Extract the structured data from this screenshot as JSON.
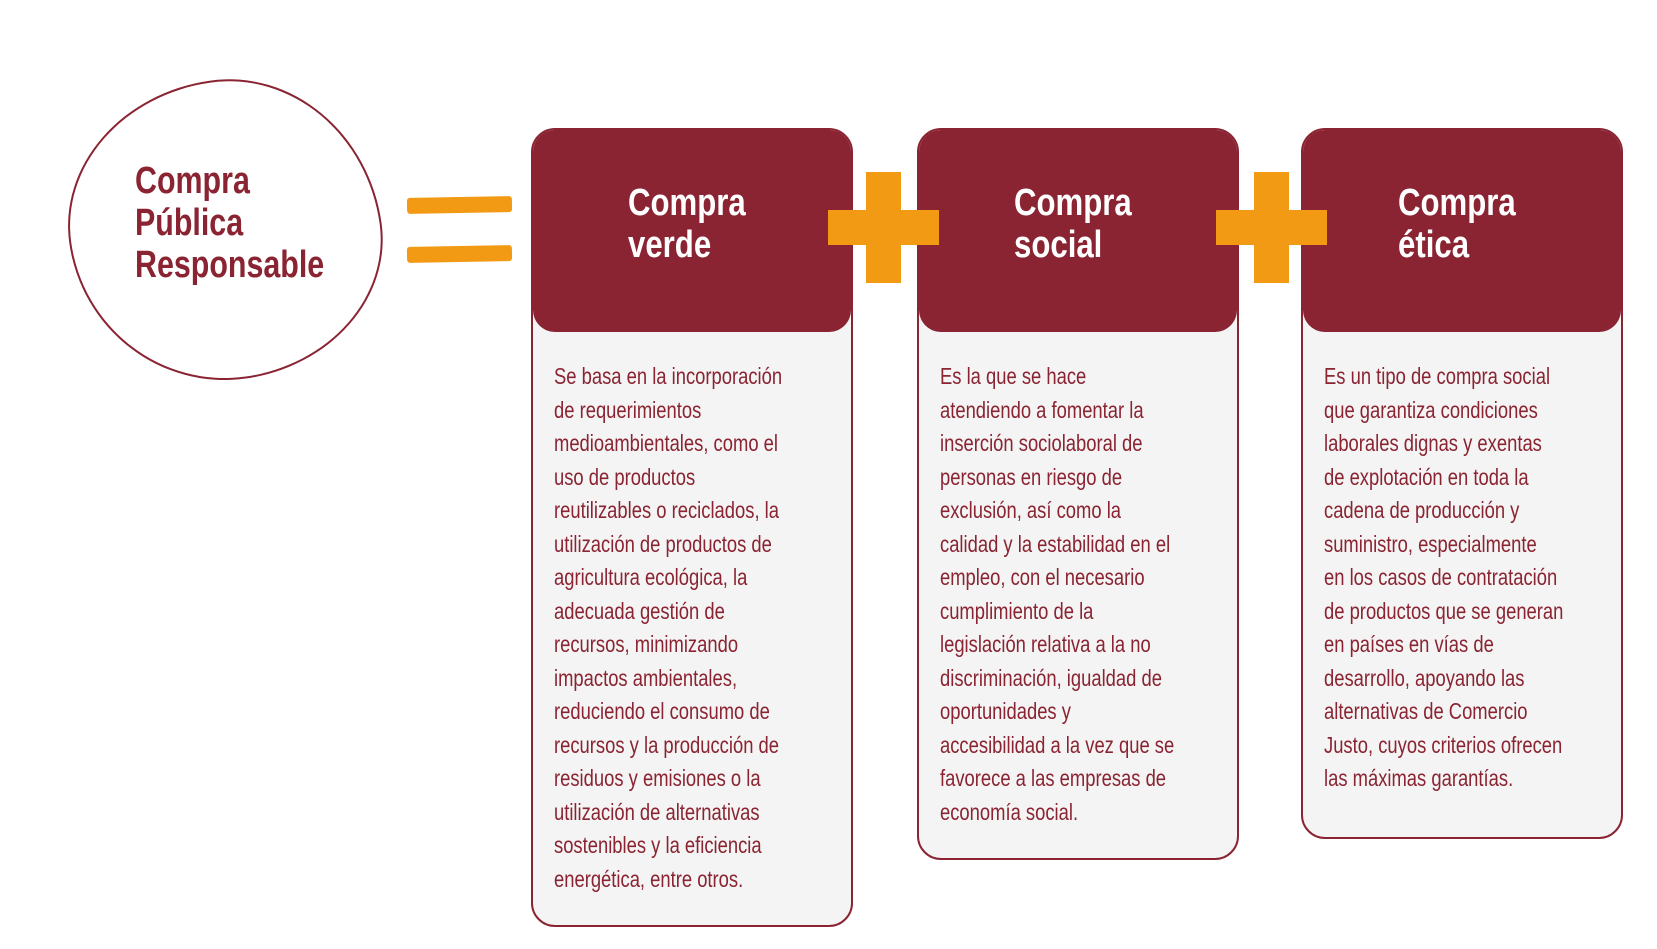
{
  "main_concept": {
    "lines": [
      "Compra",
      "Pública",
      "Responsable"
    ]
  },
  "colors": {
    "primary": "#8a2432",
    "accent": "#f39a15",
    "card_bg": "#f4f4f4"
  },
  "cards": [
    {
      "title": [
        "Compra",
        "verde"
      ],
      "body": [
        "Se basa en la incorporación",
        "de requerimientos",
        "medioambientales, como el",
        "uso de productos",
        "reutilizables o reciclados, la",
        "utilización de productos de",
        "agricultura ecológica, la",
        "adecuada gestión de",
        "recursos, minimizando",
        "impactos ambientales,",
        "reduciendo el consumo de",
        "recursos y la producción de",
        "residuos y emisiones o la",
        "utilización de alternativas",
        "sostenibles y la eficiencia",
        "energética, entre otros."
      ]
    },
    {
      "title": [
        "Compra",
        "social"
      ],
      "body": [
        "Es la que se hace",
        "atendiendo a fomentar la",
        "inserción sociolaboral de",
        "personas en riesgo de",
        "exclusión, así como la",
        "calidad y la estabilidad en el",
        "empleo, con el necesario",
        "cumplimiento de la",
        "legislación relativa a la no",
        "discriminación, igualdad de",
        "oportunidades y",
        "accesibilidad a la vez que se",
        "favorece a las empresas de",
        "economía social."
      ]
    },
    {
      "title": [
        "Compra",
        "ética"
      ],
      "body": [
        "Es un tipo de compra social",
        "que garantiza condiciones",
        "laborales dignas y exentas",
        "de explotación en toda la",
        "cadena de producción y",
        "suministro, especialmente",
        "en los casos de contratación",
        "de productos que se generan",
        "en países en vías de",
        "desarrollo, apoyando las",
        "alternativas de Comercio",
        "Justo, cuyos criterios ofrecen",
        "las máximas garantías."
      ]
    }
  ],
  "operators": {
    "equals": "equals-icon",
    "plus": "plus-icon"
  }
}
